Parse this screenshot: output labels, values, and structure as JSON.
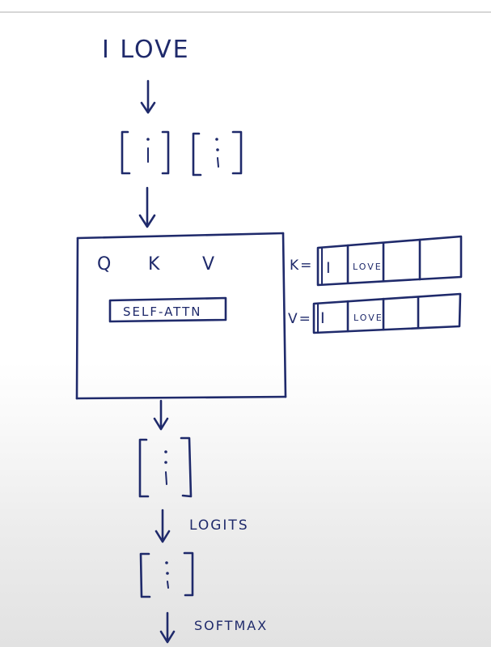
{
  "colors": {
    "ink": "#1f2a6b",
    "topline": "#d6d6d6"
  },
  "diagram": {
    "input_text": "I LOVE",
    "model_box": {
      "q_label": "Q",
      "k_label": "K",
      "v_label": "V",
      "self_attn_label": "SELF-ATTN"
    },
    "kv_cache": {
      "k_row_label": "K=",
      "v_row_label": "V=",
      "k_cells": [
        "I",
        "LOVE",
        "",
        ""
      ],
      "v_cells": [
        "I",
        "LOVE",
        "",
        ""
      ]
    },
    "logits_label": "LOGITS",
    "softmax_label": "SOFTMAX"
  }
}
